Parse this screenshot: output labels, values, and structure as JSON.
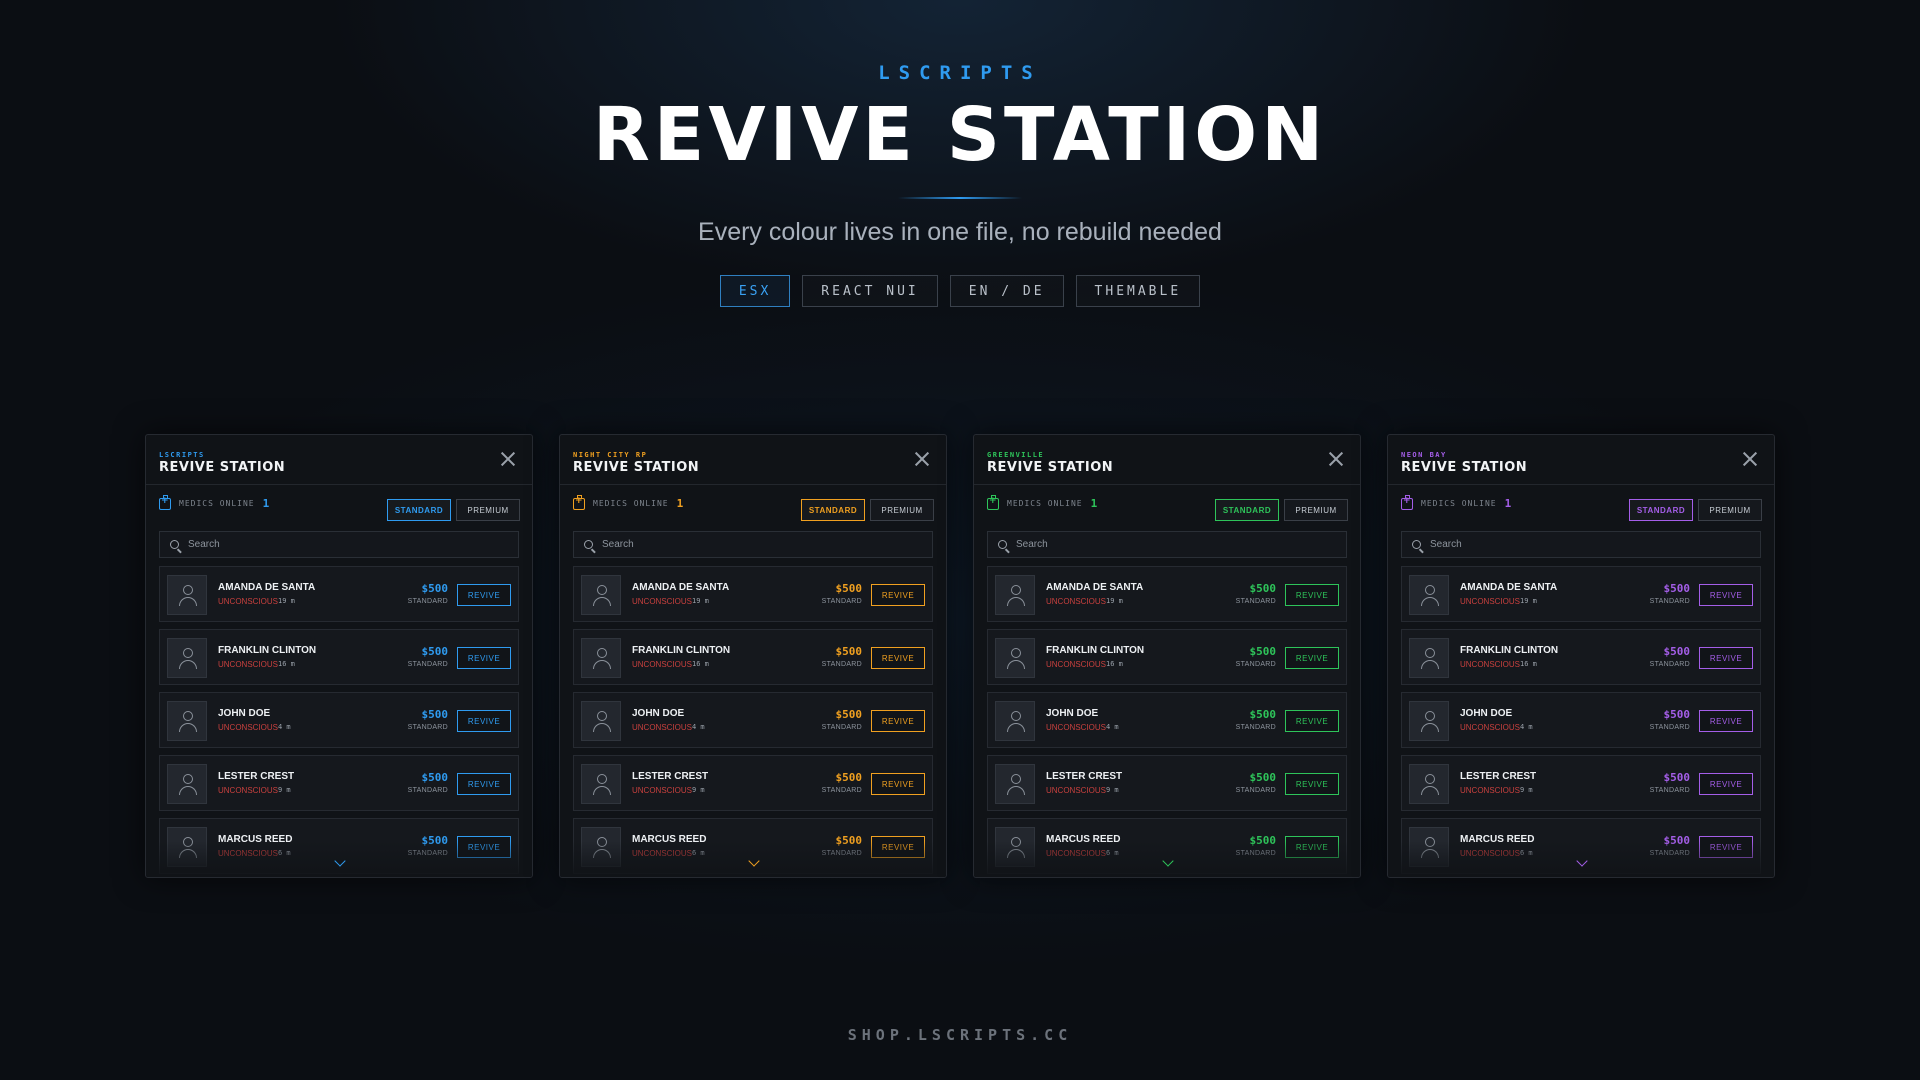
{
  "hero": {
    "brand": "LSCRIPTS",
    "title": "REVIVE STATION",
    "subtitle": "Every colour lives in one file, no rebuild needed",
    "tags": [
      "ESX",
      "REACT NUI",
      "EN / DE",
      "THEMABLE"
    ]
  },
  "footer": "SHOP.LSCRIPTS.CC",
  "panel_common": {
    "title": "REVIVE STATION",
    "medics_label": "MEDICS ONLINE",
    "medics_count": "1",
    "tier_standard": "STANDARD",
    "tier_premium": "PREMIUM",
    "search_placeholder": "Search",
    "revive_label": "REVIVE"
  },
  "panels": [
    {
      "tag": "LSCRIPTS",
      "accent": "#2f9bf0"
    },
    {
      "tag": "NIGHT CITY RP",
      "accent": "#f0a020"
    },
    {
      "tag": "GREENVILLE",
      "accent": "#2ec45a"
    },
    {
      "tag": "NEON BAY",
      "accent": "#a45ee8"
    }
  ],
  "patients": [
    {
      "name": "AMANDA DE SANTA",
      "status": "UNCONSCIOUS",
      "distance": "19 m",
      "price": "$500",
      "tier": "STANDARD"
    },
    {
      "name": "FRANKLIN CLINTON",
      "status": "UNCONSCIOUS",
      "distance": "16 m",
      "price": "$500",
      "tier": "STANDARD"
    },
    {
      "name": "JOHN DOE",
      "status": "UNCONSCIOUS",
      "distance": "4 m",
      "price": "$500",
      "tier": "STANDARD"
    },
    {
      "name": "LESTER CREST",
      "status": "UNCONSCIOUS",
      "distance": "9 m",
      "price": "$500",
      "tier": "STANDARD"
    },
    {
      "name": "MARCUS REED",
      "status": "UNCONSCIOUS",
      "distance": "6 m",
      "price": "$500",
      "tier": "STANDARD"
    }
  ],
  "icons": {
    "close": "close-icon",
    "medic": "medkit-icon",
    "search": "search-icon",
    "avatar": "user-icon",
    "more": "chevron-down-icon"
  }
}
